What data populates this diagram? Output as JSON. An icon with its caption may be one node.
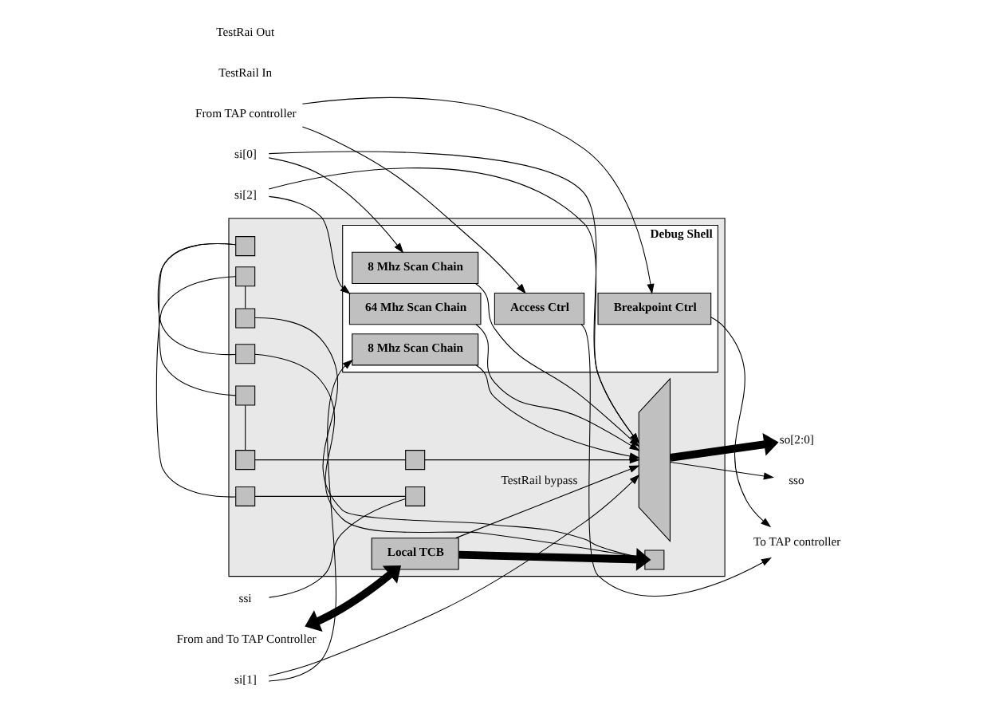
{
  "diagram": {
    "nodes": [
      {
        "text": [],
        "shape": "box"
      },
      {
        "text": [
          "From and To TAP Controller"
        ]
      },
      {
        "text": [
          "Local TCB"
        ],
        "in": 0
      },
      {
        "text": [],
        "shape": "box",
        "in": 0
      },
      {
        "text": [],
        "shape": "box",
        "in": 0
      },
      {
        "text": [],
        "shape": "box",
        "in": 0
      },
      {
        "text": [],
        "shape": "box",
        "in": 0
      },
      {
        "text": [],
        "shape": "box",
        "in": 0
      },
      {
        "text": [],
        "shape": "box",
        "in": 0
      },
      {
        "text": [],
        "shape": "box",
        "in": 0
      },
      {
        "text": [],
        "shape": "box",
        "in": 0
      },
      {
        "text": [],
        "shape": "box",
        "in": 0
      },
      {
        "text": [],
        "shape": "box",
        "in": 0
      },
      {
        "text": [
          "Debug Shell"
        ],
        "in": 0
      },
      {
        "text": [
          "Breakpoint Ctrl"
        ],
        "in": 13
      },
      {
        "text": [
          "Access Ctrl"
        ],
        "in": 13
      },
      {
        "text": [
          "8 Mhz Scan Chain"
        ],
        "in": 13
      },
      {
        "text": [
          "8 Mhz Scan Chain"
        ],
        "in": 13
      },
      {
        "text": [
          "64 Mhz Scan Chain"
        ],
        "in": 13
      },
      {
        "text": [],
        "shape": "trapezoid",
        "in": 0
      },
      {
        "text": [
          "From TAP controller"
        ]
      },
      {
        "text": [
          "To TAP controller"
        ]
      },
      {
        "text": [
          "ssi"
        ]
      },
      {
        "text": [
          "si[0]"
        ]
      },
      {
        "text": [
          "si[1]"
        ]
      },
      {
        "text": [
          "si[2]"
        ]
      },
      {
        "text": [
          "sso"
        ]
      },
      {
        "text": [
          "so[2:0]"
        ]
      }
    ],
    "edges": [
      {
        "from": 1,
        "to": 2,
        "arrow": "both",
        "style": "thick"
      },
      {
        "from": 2,
        "to": 6,
        "arrow": "to",
        "style": "thick"
      },
      {
        "from": 2,
        "to": 19,
        "arrow": "to",
        "label": "TestRail bypass"
      },
      {
        "from": 3,
        "to": 4,
        "arrow": "none"
      },
      {
        "from": 4,
        "to": 5,
        "arrow": "none"
      },
      {
        "from": 5,
        "to": 6,
        "arrow": "none"
      },
      {
        "from": 6,
        "to": 7,
        "arrow": "none"
      },
      {
        "from": 7,
        "to": 8,
        "arrow": "none"
      },
      {
        "from": 8,
        "to": 9,
        "arrow": "none"
      },
      {
        "from": 9,
        "to": 10,
        "arrow": "none"
      },
      {
        "from": 3,
        "to": 11,
        "arrow": "none"
      },
      {
        "from": 10,
        "to": 12,
        "arrow": "none"
      },
      {
        "from": 22,
        "to": 11,
        "arrow": "none"
      },
      {
        "from": 12,
        "to": 19,
        "arrow": "to"
      },
      {
        "from": 20,
        "to": 14,
        "arrow": "to"
      },
      {
        "from": 20,
        "to": 15,
        "arrow": "to"
      },
      {
        "from": 14,
        "to": 21,
        "arrow": "to"
      },
      {
        "from": 15,
        "to": 21,
        "arrow": "to"
      },
      {
        "from": 23,
        "to": 16,
        "arrow": "to"
      },
      {
        "from": 24,
        "to": 17,
        "arrow": "to"
      },
      {
        "from": 25,
        "to": 18,
        "arrow": "to"
      },
      {
        "from": 16,
        "to": 19,
        "arrow": "to"
      },
      {
        "from": 17,
        "to": 19,
        "arrow": "to"
      },
      {
        "from": 18,
        "to": 19,
        "arrow": "to"
      },
      {
        "from": 25,
        "to": 19,
        "arrow": "to"
      },
      {
        "from": 24,
        "to": 19,
        "arrow": "to"
      },
      {
        "from": 23,
        "to": 19,
        "arrow": "to"
      },
      {
        "from": 19,
        "to": 26,
        "arrow": "to"
      },
      {
        "from": 19,
        "to": 27,
        "arrow": "to",
        "style": "thick"
      }
    ],
    "labels": [
      "TestRail In",
      "TestRai Out"
    ]
  }
}
